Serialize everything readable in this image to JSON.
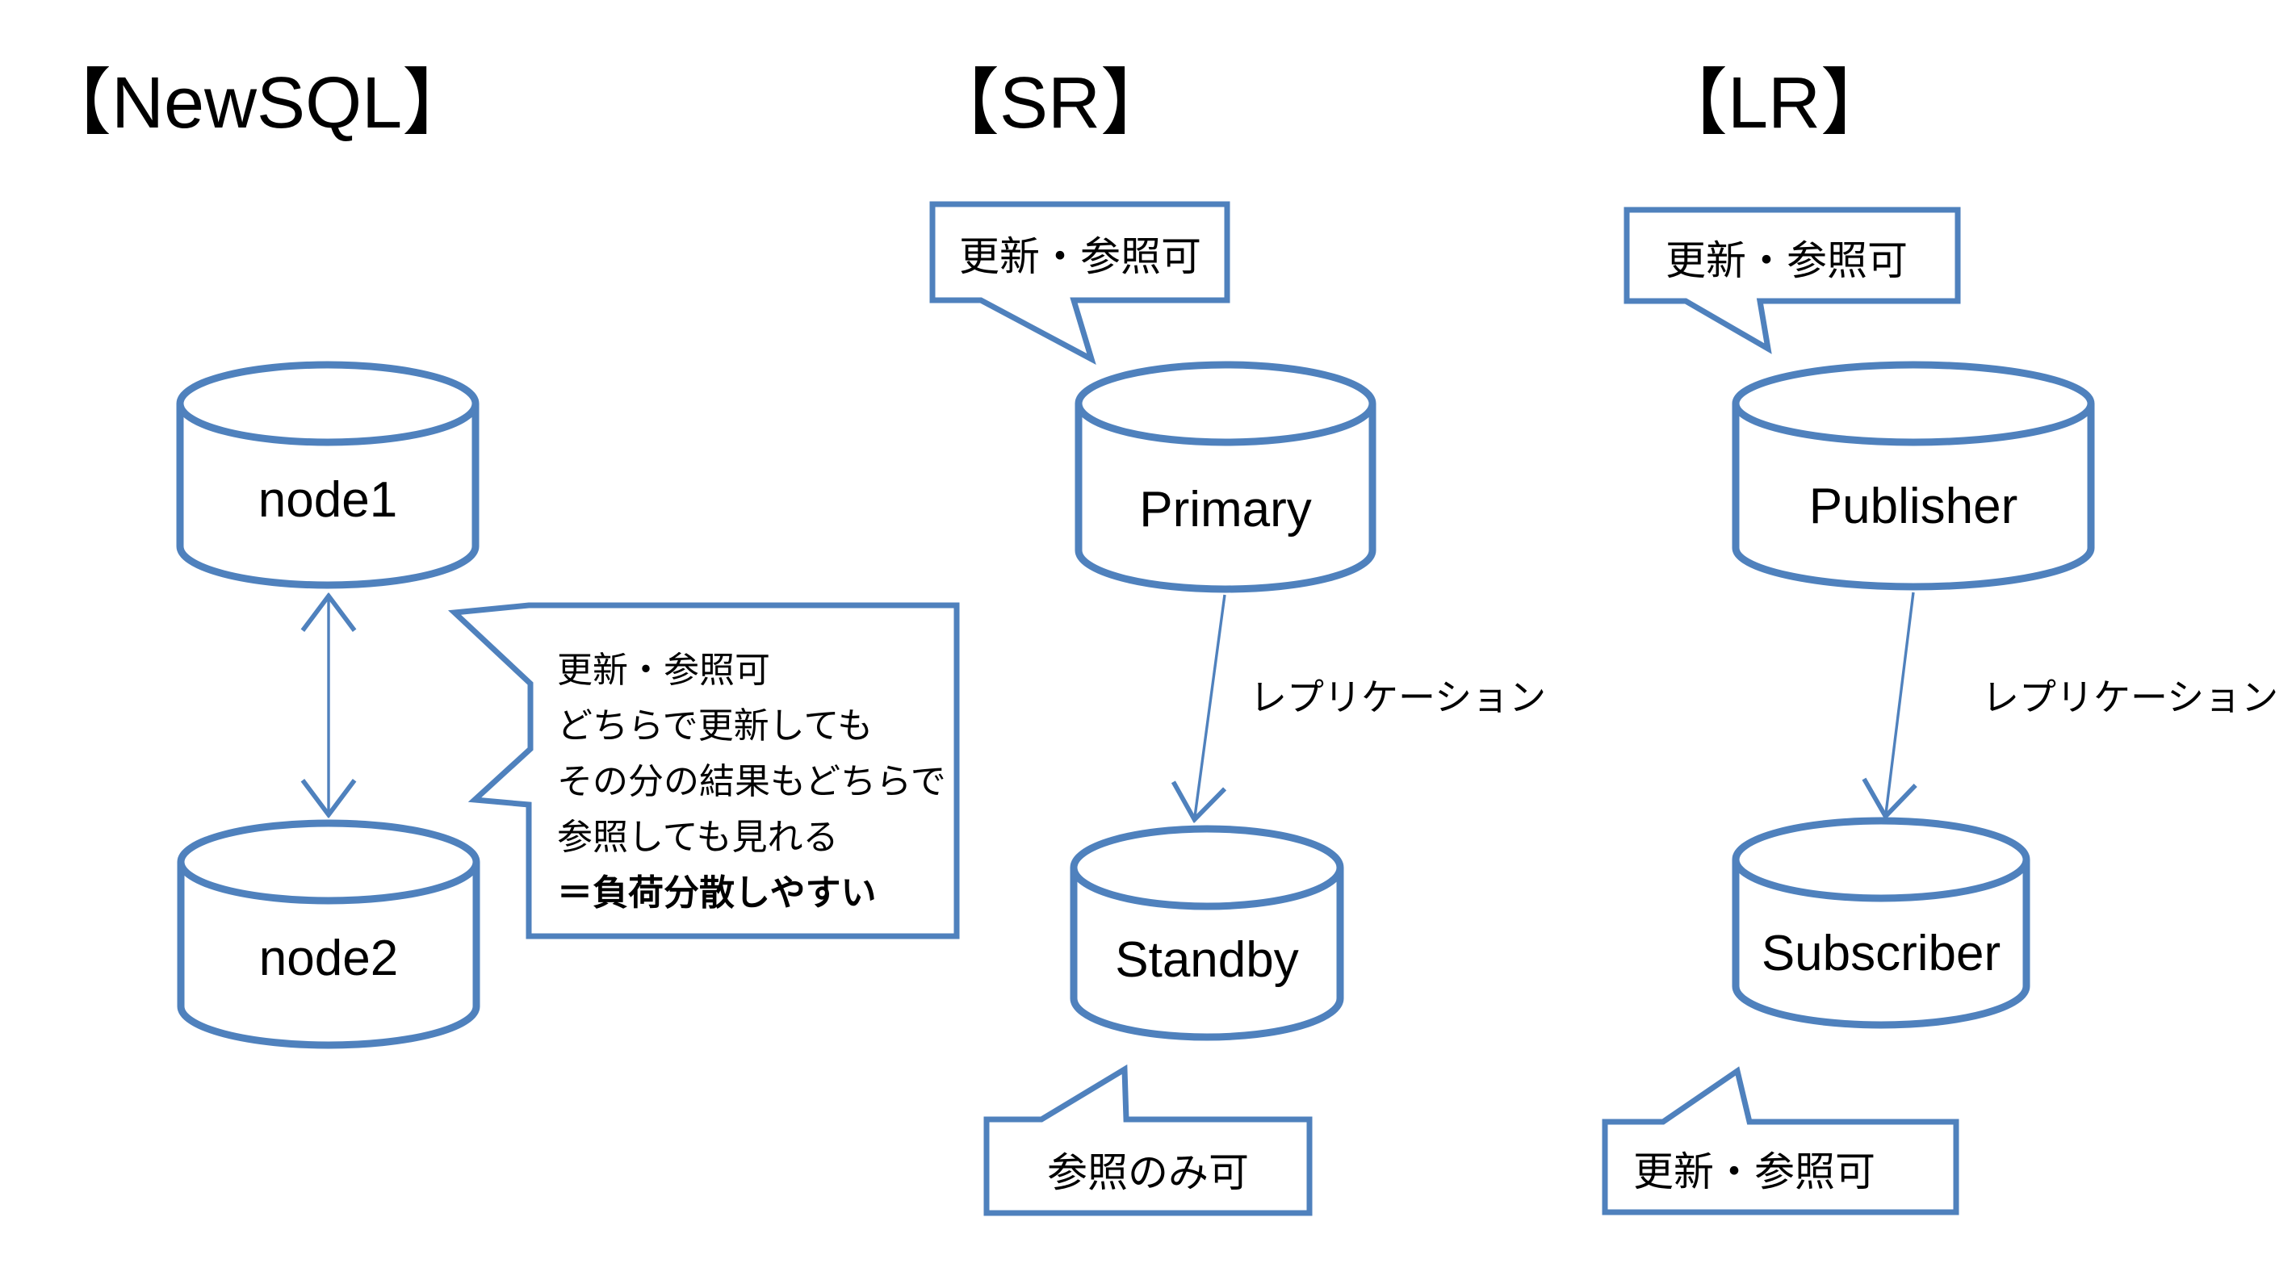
{
  "diagram": {
    "background_color": "#FFFFFF",
    "accent_color": "#4F81BD",
    "text_color": "#000000",
    "newsql": {
      "title": "【NewSQL】",
      "node1_label": "node1",
      "node2_label": "node2",
      "callout": {
        "lines": [
          "更新・参照可",
          "どちらで更新しても",
          "その分の結果もどちらで",
          "参照しても見れる",
          "＝負荷分散しやすい"
        ]
      }
    },
    "sr": {
      "title": "【SR】",
      "top_callout": "更新・参照可",
      "primary_label": "Primary",
      "replication_label": "レプリケーション",
      "standby_label": "Standby",
      "bottom_callout": "参照のみ可"
    },
    "lr": {
      "title": "【LR】",
      "top_callout": "更新・参照可",
      "publisher_label": "Publisher",
      "replication_label": "レプリケーション",
      "subscriber_label": "Subscriber",
      "bottom_callout": "更新・参照可"
    }
  }
}
